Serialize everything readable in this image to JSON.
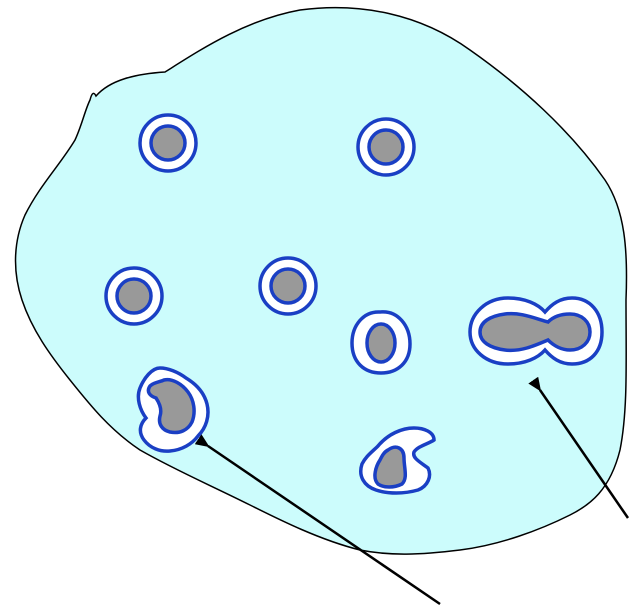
{
  "diagram": {
    "colors": {
      "page_background": "#ffffff",
      "region_fill": "#ccfcfc",
      "region_outline": "#000000",
      "ring_fill": "#ffffff",
      "ring_outline": "#1a3fc4",
      "core_fill": "#999999",
      "arrow": "#000000"
    },
    "particles": [
      {
        "name": "particle-circular-1",
        "shape": "circular"
      },
      {
        "name": "particle-circular-2",
        "shape": "circular"
      },
      {
        "name": "particle-circular-3",
        "shape": "circular"
      },
      {
        "name": "particle-circular-4",
        "shape": "circular"
      },
      {
        "name": "particle-oval",
        "shape": "slightly-elongated"
      },
      {
        "name": "particle-irregular-1",
        "shape": "irregular"
      },
      {
        "name": "particle-irregular-2",
        "shape": "irregular"
      },
      {
        "name": "particle-fused-pair",
        "shape": "fused-doublet"
      }
    ],
    "arrows": [
      {
        "name": "arrow-to-irregular-particle"
      },
      {
        "name": "arrow-to-fused-pair"
      }
    ]
  }
}
